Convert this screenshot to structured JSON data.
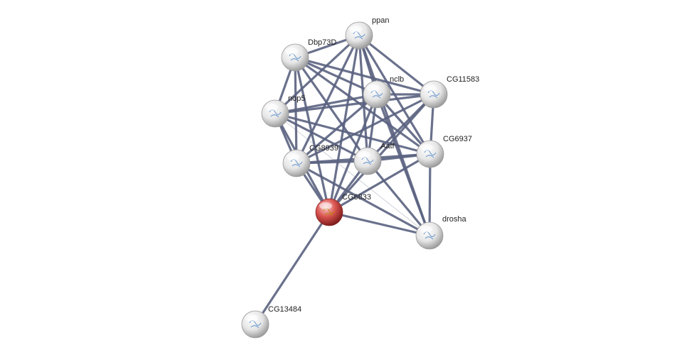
{
  "network": {
    "nodes": [
      {
        "id": "ppan",
        "label": "ppan",
        "color": "#e8e8e8",
        "query": false
      },
      {
        "id": "Dbp73D",
        "label": "Dbp73D",
        "color": "#e8e8e8",
        "query": false
      },
      {
        "id": "nclb",
        "label": "nclb",
        "color": "#e8e8e8",
        "query": false
      },
      {
        "id": "CG11583",
        "label": "CG11583",
        "color": "#e8e8e8",
        "query": false
      },
      {
        "id": "nop5",
        "label": "nop5",
        "color": "#e8e8e8",
        "query": false
      },
      {
        "id": "CG6937",
        "label": "CG6937",
        "color": "#e8e8e8",
        "query": false
      },
      {
        "id": "CG8939",
        "label": "CG8939",
        "color": "#e8e8e8",
        "query": false
      },
      {
        "id": "Aatf",
        "label": "Aatf",
        "color": "#e8e8e8",
        "query": false
      },
      {
        "id": "CG6833",
        "label": "CG6833",
        "color": "#e05a5a",
        "query": true
      },
      {
        "id": "drosha",
        "label": "drosha",
        "color": "#e8e8e8",
        "query": false
      },
      {
        "id": "CG13484",
        "label": "CG13484",
        "color": "#e8e8e8",
        "query": false
      }
    ],
    "edges": [
      [
        "ppan",
        "Dbp73D"
      ],
      [
        "ppan",
        "nclb"
      ],
      [
        "ppan",
        "CG11583"
      ],
      [
        "ppan",
        "nop5"
      ],
      [
        "ppan",
        "CG6937"
      ],
      [
        "ppan",
        "CG8939"
      ],
      [
        "ppan",
        "Aatf"
      ],
      [
        "ppan",
        "CG6833"
      ],
      [
        "ppan",
        "drosha"
      ],
      [
        "Dbp73D",
        "nclb"
      ],
      [
        "Dbp73D",
        "CG11583"
      ],
      [
        "Dbp73D",
        "nop5"
      ],
      [
        "Dbp73D",
        "CG6937"
      ],
      [
        "Dbp73D",
        "CG8939"
      ],
      [
        "Dbp73D",
        "Aatf"
      ],
      [
        "Dbp73D",
        "CG6833"
      ],
      [
        "nclb",
        "CG11583"
      ],
      [
        "nclb",
        "nop5"
      ],
      [
        "nclb",
        "CG6937"
      ],
      [
        "nclb",
        "CG8939"
      ],
      [
        "nclb",
        "Aatf"
      ],
      [
        "nclb",
        "CG6833"
      ],
      [
        "nclb",
        "drosha"
      ],
      [
        "CG11583",
        "nop5"
      ],
      [
        "CG11583",
        "CG6937"
      ],
      [
        "CG11583",
        "CG8939"
      ],
      [
        "CG11583",
        "Aatf"
      ],
      [
        "CG11583",
        "CG6833"
      ],
      [
        "nop5",
        "CG6937"
      ],
      [
        "nop5",
        "CG8939"
      ],
      [
        "nop5",
        "Aatf"
      ],
      [
        "nop5",
        "CG6833"
      ],
      [
        "CG6937",
        "CG8939"
      ],
      [
        "CG6937",
        "Aatf"
      ],
      [
        "CG6937",
        "CG6833"
      ],
      [
        "CG6937",
        "drosha"
      ],
      [
        "CG8939",
        "Aatf"
      ],
      [
        "CG8939",
        "CG6833"
      ],
      [
        "CG8939",
        "drosha"
      ],
      [
        "Aatf",
        "CG6833"
      ],
      [
        "Aatf",
        "drosha"
      ],
      [
        "CG6833",
        "drosha"
      ],
      [
        "CG6833",
        "CG13484"
      ]
    ],
    "thin_edges": [
      [
        "nop5",
        "drosha"
      ],
      [
        "CG6833",
        "CG6937"
      ]
    ],
    "edge_color": "#5a6280",
    "thin_edge_color": "#c8ccd4"
  }
}
